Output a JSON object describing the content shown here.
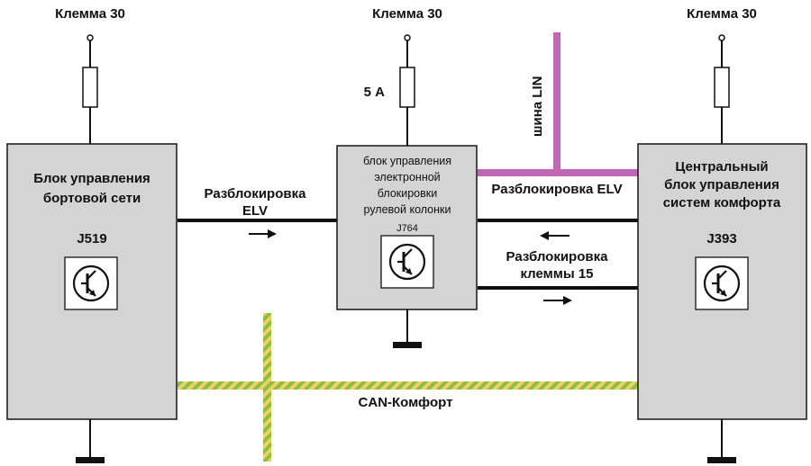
{
  "terminals": {
    "left": "Клемма 30",
    "center": "Клемма 30",
    "right": "Клемма 30"
  },
  "fuse_center_rating": "5 А",
  "modules": {
    "left": {
      "name_line1": "Блок управления",
      "name_line2": "бортовой сети",
      "code": "J519"
    },
    "center": {
      "name_line1": "блок управления",
      "name_line2": "электронной",
      "name_line3": "блокировки",
      "name_line4": "рулевой колонки",
      "code": "J764"
    },
    "right": {
      "name_line1": "Центральный",
      "name_line2": "блок управления",
      "name_line3": "систем комфорта",
      "code": "J393"
    }
  },
  "signals": {
    "left_elv_line1": "Разблокировка",
    "left_elv_line2": "ELV",
    "right_elv": "Разблокировка ELV",
    "kl15_line1": "Разблокировка",
    "kl15_line2": "клеммы 15",
    "lin_bus": "шина LIN",
    "can_bus": "CAN-Комфорт"
  },
  "colors": {
    "lin": "#c466b6",
    "can_green": "#8dbf3e",
    "can_yellow": "#f1cf6a",
    "box_fill": "#d4d4d4"
  }
}
